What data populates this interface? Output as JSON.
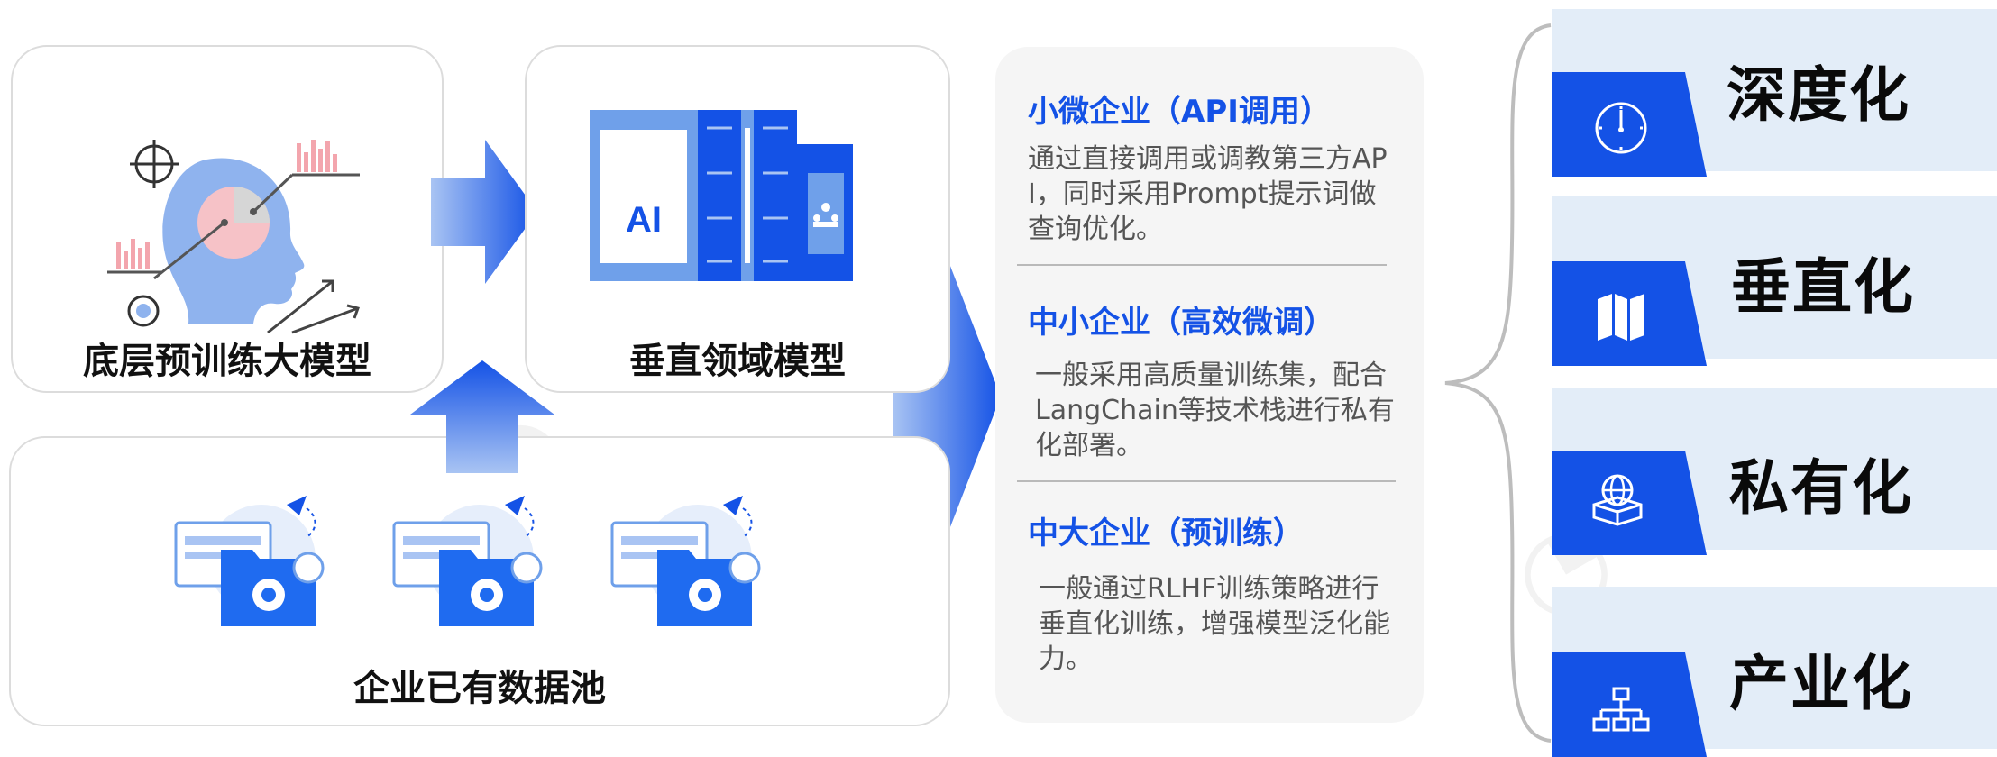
{
  "left": {
    "card1": {
      "title": "底层预训练大模型"
    },
    "card2": {
      "title": "垂直领域模型",
      "book_label": "AI"
    },
    "card3": {
      "title": "企业已有数据池"
    }
  },
  "middle": {
    "segments": [
      {
        "title": "小微企业（API调用）",
        "desc": "通过直接调用或调教第三方API，同时采用Prompt提示词做查询优化。"
      },
      {
        "title": "中小企业（高效微调）",
        "desc": "一般采用高质量训练集，配合LangChain等技术栈进行私有化部署。"
      },
      {
        "title": "中大企业（预训练）",
        "desc": "一般通过RLHF训练策略进行垂直化训练，增强模型泛化能力。"
      }
    ]
  },
  "right": {
    "rows": [
      {
        "label": "深度化",
        "icon": "clock-icon"
      },
      {
        "label": "垂直化",
        "icon": "map-icon"
      },
      {
        "label": "私有化",
        "icon": "globe-box-icon"
      },
      {
        "label": "产业化",
        "icon": "org-chart-icon"
      }
    ]
  },
  "colors": {
    "accent": "#1452e6",
    "light_blue": "#e3edf8",
    "panel_gray": "#f5f5f5"
  }
}
